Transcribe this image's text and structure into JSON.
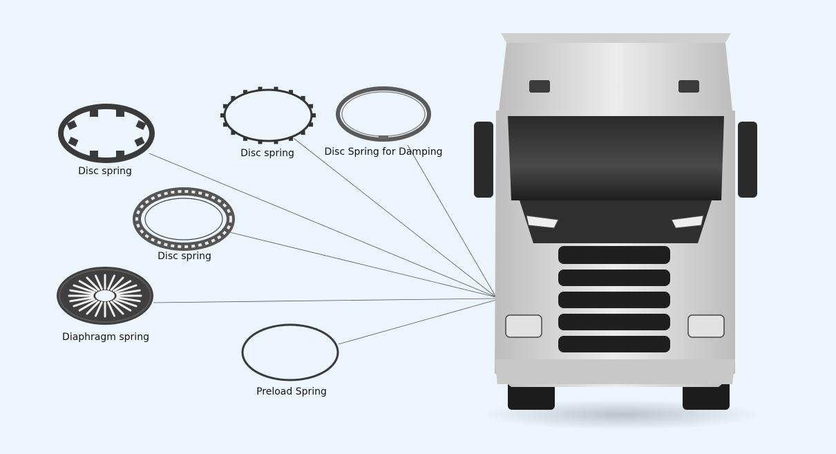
{
  "parts": [
    {
      "label": "Disc spring"
    },
    {
      "label": "Disc spring"
    },
    {
      "label": "Disc Spring for Damping"
    },
    {
      "label": "Disc spring"
    },
    {
      "label": "Diaphragm spring"
    },
    {
      "label": "Preload Spring"
    }
  ],
  "colors": {
    "background": "#edf5fc",
    "part_metal": "#3a3a3a",
    "truck_body": "#d9d9d9",
    "leader_line": "#555555"
  }
}
